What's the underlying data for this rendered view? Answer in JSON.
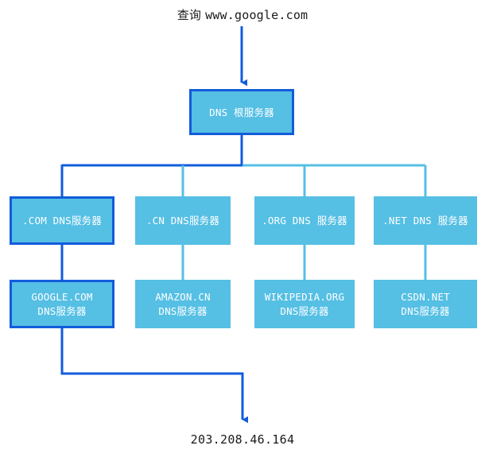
{
  "diagram": {
    "title_cn": "查询",
    "title_query": "www.google.com",
    "result_ip": "203.208.46.164",
    "colors": {
      "node_fill": "#55bfe4",
      "highlight_stroke": "#125cdc",
      "normal_stroke": "#55bfe4",
      "node_text": "#ffffff",
      "label_text": "#1a1a1a"
    },
    "root": {
      "label": "DNS 根服务器",
      "highlight": true
    },
    "tld_nodes": [
      {
        "label": ".COM DNS服务器",
        "highlight": true
      },
      {
        "label": ".CN DNS服务器",
        "highlight": false
      },
      {
        "label": ".ORG DNS 服务器",
        "highlight": false
      },
      {
        "label": ".NET DNS 服务器",
        "highlight": false
      }
    ],
    "authoritative_nodes": [
      {
        "line1": "GOOGLE.COM",
        "line2": "DNS服务器",
        "highlight": true
      },
      {
        "line1": "AMAZON.CN",
        "line2": "DNS服务器",
        "highlight": false
      },
      {
        "line1": "WIKIPEDIA.ORG",
        "line2": "DNS服务器",
        "highlight": false
      },
      {
        "line1": "CSDN.NET",
        "line2": "DNS服务器",
        "highlight": false
      }
    ]
  }
}
